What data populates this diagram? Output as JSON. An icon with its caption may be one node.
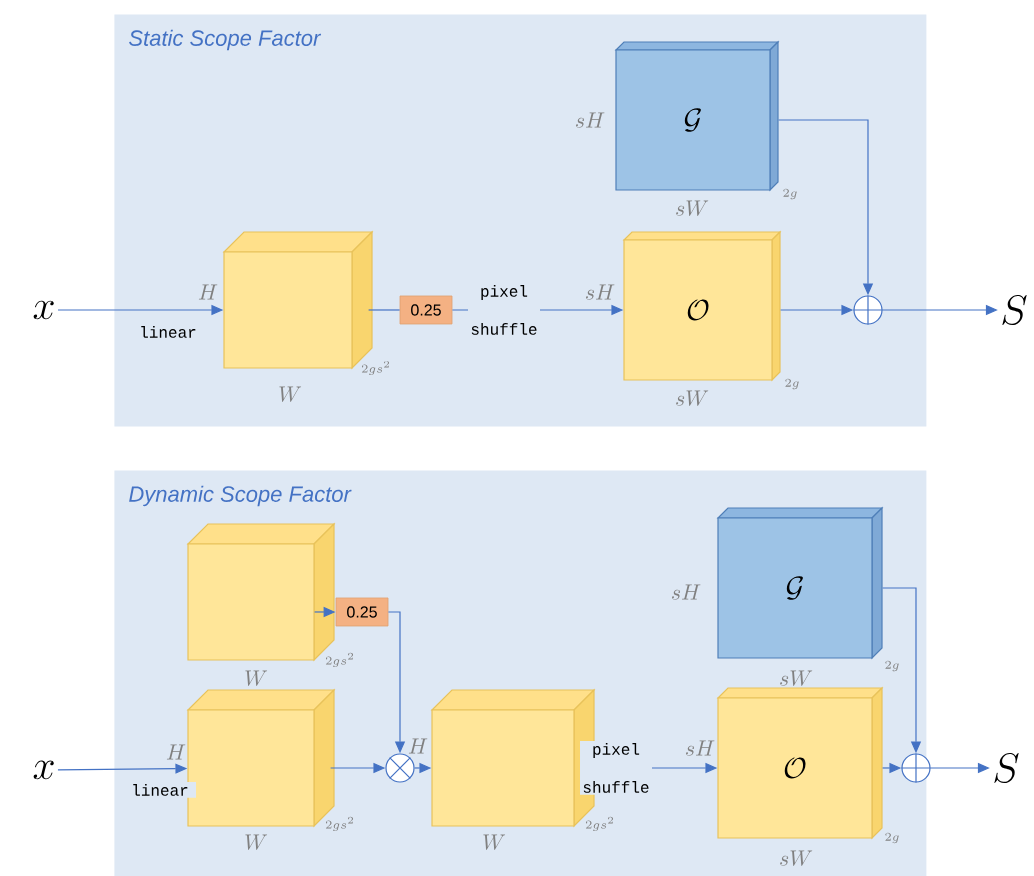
{
  "diagram": {
    "nodes": [
      {
        "text": [
          "Static Scope Factor"
        ]
      },
      {
        "text": [
          "x"
        ]
      },
      {
        "text": [],
        "shape": "cube",
        "in": 0,
        "beside": [
          "H",
          "W",
          "2gs^{2}"
        ]
      },
      {
        "text": [
          "0.25"
        ],
        "in": 0
      },
      {
        "text": [
          "\\mathcal{G}"
        ],
        "in": 0,
        "beside": [
          "sH",
          "sW",
          "2g"
        ]
      },
      {
        "text": [
          "\\mathcal{O}"
        ],
        "in": 0,
        "beside": [
          "sH",
          "sW",
          "2g"
        ]
      },
      {
        "text": [],
        "shape": "circle",
        "in": 0
      },
      {
        "text": [
          "S"
        ]
      },
      {
        "text": [
          "Dynamic Scope Factor"
        ]
      },
      {
        "text": [
          "x"
        ]
      },
      {
        "text": [],
        "shape": "cube",
        "in": 8,
        "beside": [
          "W",
          "2gs^{2}"
        ]
      },
      {
        "text": [
          "0.25"
        ],
        "in": 8
      },
      {
        "text": [],
        "shape": "cube",
        "in": 8,
        "beside": [
          "H",
          "W",
          "2gs^{2}"
        ]
      },
      {
        "text": [],
        "shape": "circle",
        "in": 8
      },
      {
        "text": [],
        "shape": "cube",
        "in": 8,
        "beside": [
          "H",
          "W",
          "2gs^{2}"
        ]
      },
      {
        "text": [
          "\\mathcal{G}"
        ],
        "in": 8,
        "beside": [
          "sH",
          "sW",
          "2g"
        ]
      },
      {
        "text": [
          "\\mathcal{O}"
        ],
        "in": 8,
        "beside": [
          "sH",
          "sW",
          "2g"
        ]
      },
      {
        "text": [],
        "shape": "circle",
        "in": 8
      },
      {
        "text": [
          "S"
        ]
      }
    ],
    "edges": [
      {
        "from": 1,
        "to": 2,
        "arrow": "to",
        "label": "linear"
      },
      {
        "from": 2,
        "to": 3,
        "arrow": "none"
      },
      {
        "from": 3,
        "to": 5,
        "arrow": "to",
        "label": "pixel shuffle"
      },
      {
        "from": 4,
        "to": 6,
        "arrow": "to"
      },
      {
        "from": 5,
        "to": 6,
        "arrow": "to"
      },
      {
        "from": 6,
        "to": 7,
        "arrow": "to"
      },
      {
        "from": 9,
        "to": 12,
        "arrow": "to",
        "label": "linear"
      },
      {
        "from": 10,
        "to": 11,
        "arrow": "to"
      },
      {
        "from": 11,
        "to": 13,
        "arrow": "to"
      },
      {
        "from": 12,
        "to": 13,
        "arrow": "to"
      },
      {
        "from": 13,
        "to": 14,
        "arrow": "to"
      },
      {
        "from": 14,
        "to": 16,
        "arrow": "to",
        "label": "pixel shuffle"
      },
      {
        "from": 15,
        "to": 17,
        "arrow": "to"
      },
      {
        "from": 16,
        "to": 17,
        "arrow": "to"
      },
      {
        "from": 17,
        "to": 18,
        "arrow": "to"
      }
    ]
  }
}
